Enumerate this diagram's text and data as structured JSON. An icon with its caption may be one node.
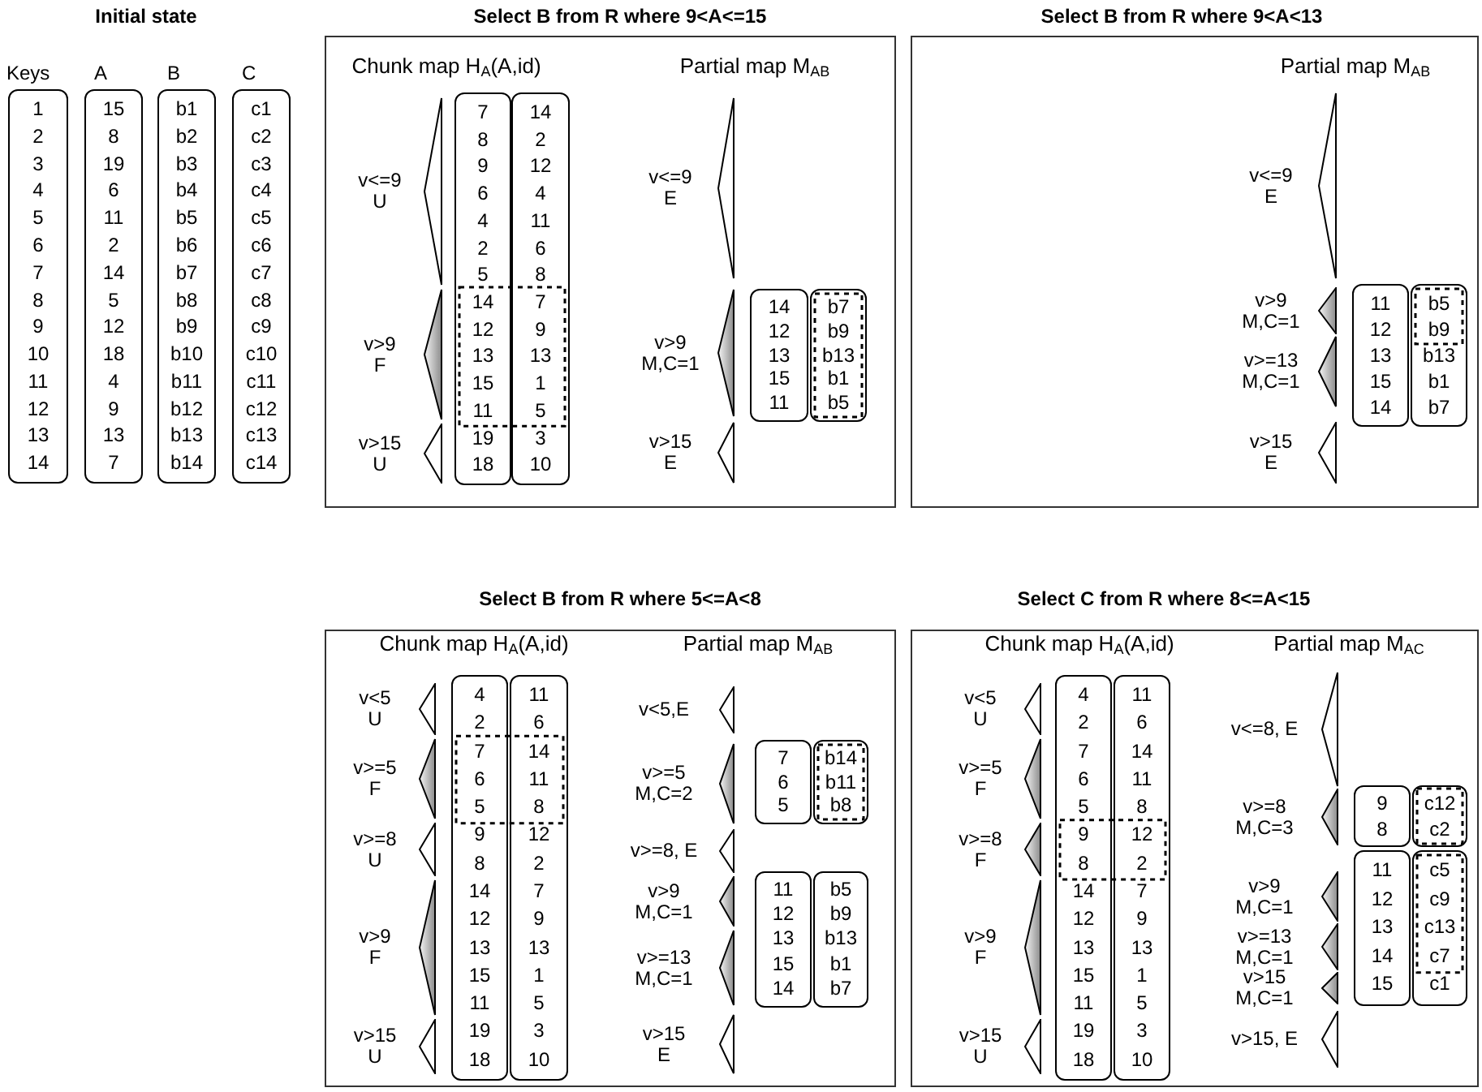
{
  "diagram": {
    "nodes": [
      {
        "text": [
          "Keys",
          "1",
          "2",
          "3",
          "4",
          "5",
          "6",
          "7",
          "8",
          "9",
          "10",
          "11",
          "12",
          "13",
          "14"
        ]
      },
      {
        "text": [
          "A",
          "15",
          "8",
          "19",
          "6",
          "11",
          "2",
          "14",
          "5",
          "12",
          "18",
          "4",
          "9",
          "13",
          "7"
        ]
      },
      {
        "text": [
          "B",
          "b1",
          "b2",
          "b3",
          "b4",
          "b5",
          "b6",
          "b7",
          "b8",
          "b9",
          "b10",
          "b11",
          "b12",
          "b13",
          "b14"
        ]
      },
      {
        "text": [
          "C",
          "c1",
          "c2",
          "c3",
          "c4",
          "c5",
          "c6",
          "c7",
          "c8",
          "c9",
          "c10",
          "c11",
          "c12",
          "c13",
          "c14"
        ]
      },
      {
        "text": [
          "Select B from R where 9<A<=15",
          "Chunk map H$_{A}$(A,id)",
          "Partial map M$_{AB}$"
        ]
      },
      {
        "text": [],
        "shape": "triangle",
        "in": 4,
        "beside": [
          "v<=9",
          "U"
        ]
      },
      {
        "text": [],
        "shape": "triangle",
        "in": 4,
        "beside": [
          "v>9",
          "F"
        ]
      },
      {
        "text": [],
        "shape": "triangle",
        "in": 4,
        "beside": [
          "v>15",
          "U"
        ]
      },
      {
        "text": [
          "7",
          "8",
          "9",
          "6",
          "4",
          "2",
          "5",
          "14",
          "12",
          "13",
          "15",
          "11",
          "19",
          "18"
        ],
        "in": 4
      },
      {
        "text": [
          "14",
          "2",
          "12",
          "4",
          "11",
          "6",
          "8",
          "7",
          "9",
          "13",
          "1",
          "5",
          "3",
          "10"
        ],
        "in": 4
      },
      {
        "text": [],
        "shape": "triangle",
        "in": 4,
        "beside": [
          "v<=9",
          "E"
        ]
      },
      {
        "text": [],
        "shape": "triangle",
        "in": 4,
        "beside": [
          "v>9",
          "M,C=1"
        ]
      },
      {
        "text": [],
        "shape": "triangle",
        "in": 4,
        "beside": [
          "v>15",
          "E"
        ]
      },
      {
        "text": [
          "14",
          "12",
          "13",
          "15",
          "11"
        ],
        "in": 4
      },
      {
        "text": [
          "b7",
          "b9",
          "b13",
          "b1",
          "b5"
        ],
        "in": 4
      },
      {
        "text": [
          "Select B from R where 9<A<13",
          "Partial map M$_{AB}$"
        ]
      },
      {
        "text": [],
        "shape": "triangle",
        "in": 15,
        "beside": [
          "v<=9",
          "E"
        ]
      },
      {
        "text": [],
        "shape": "triangle",
        "in": 15,
        "beside": [
          "v>9",
          "M,C=1"
        ]
      },
      {
        "text": [],
        "shape": "triangle",
        "in": 15,
        "beside": [
          "v>=13",
          "M,C=1"
        ]
      },
      {
        "text": [],
        "shape": "triangle",
        "in": 15,
        "beside": [
          "v>15",
          "E"
        ]
      },
      {
        "text": [
          "11",
          "12",
          "13",
          "15",
          "14"
        ],
        "in": 15
      },
      {
        "text": [
          "b5",
          "b9",
          "b13",
          "b1",
          "b7"
        ],
        "in": 15
      },
      {
        "text": [
          "Select B from R where 5<=A<8",
          "Chunk map H$_{A}$(A,id)",
          "Partial map M$_{AB}$"
        ]
      },
      {
        "text": [],
        "shape": "triangle",
        "in": 22,
        "beside": [
          "v<5",
          "U"
        ]
      },
      {
        "text": [],
        "shape": "triangle",
        "in": 22,
        "beside": [
          "v>=5",
          "F"
        ]
      },
      {
        "text": [],
        "shape": "triangle",
        "in": 22,
        "beside": [
          "v>=8",
          "U"
        ]
      },
      {
        "text": [],
        "shape": "triangle",
        "in": 22,
        "beside": [
          "v>9",
          "F"
        ]
      },
      {
        "text": [],
        "shape": "triangle",
        "in": 22,
        "beside": [
          "v>15",
          "U"
        ]
      },
      {
        "text": [
          "4",
          "2",
          "7",
          "6",
          "5",
          "9",
          "8",
          "14",
          "12",
          "13",
          "15",
          "11",
          "19",
          "18"
        ],
        "in": 22
      },
      {
        "text": [
          "11",
          "6",
          "14",
          "11",
          "8",
          "12",
          "2",
          "7",
          "9",
          "13",
          "1",
          "5",
          "3",
          "10"
        ],
        "in": 22
      },
      {
        "text": [],
        "shape": "triangle",
        "in": 22,
        "beside": [
          "v<5,E"
        ]
      },
      {
        "text": [],
        "shape": "triangle",
        "in": 22,
        "beside": [
          "v>=5",
          "M,C=2"
        ]
      },
      {
        "text": [],
        "shape": "triangle",
        "in": 22,
        "beside": [
          "v>=8, E"
        ]
      },
      {
        "text": [],
        "shape": "triangle",
        "in": 22,
        "beside": [
          "v>9",
          "M,C=1"
        ]
      },
      {
        "text": [],
        "shape": "triangle",
        "in": 22,
        "beside": [
          "v>=13",
          "M,C=1"
        ]
      },
      {
        "text": [],
        "shape": "triangle",
        "in": 22,
        "beside": [
          "v>15",
          "E"
        ]
      },
      {
        "text": [
          "7",
          "6",
          "5"
        ],
        "in": 22
      },
      {
        "text": [
          "b14",
          "b11",
          "b8"
        ],
        "in": 22
      },
      {
        "text": [
          "11",
          "12",
          "13",
          "15",
          "14"
        ],
        "in": 22
      },
      {
        "text": [
          "b5",
          "b9",
          "b13",
          "b1",
          "b7"
        ],
        "in": 22
      },
      {
        "text": [
          "Select C from R where 8<=A<15",
          "Chunk map H$_{A}$(A,id)",
          "Partial map M$_{AC}$"
        ]
      },
      {
        "text": [],
        "shape": "triangle",
        "in": 40,
        "beside": [
          "v<5",
          "U"
        ]
      },
      {
        "text": [],
        "shape": "triangle",
        "in": 40,
        "beside": [
          "v>=5",
          "F"
        ]
      },
      {
        "text": [],
        "shape": "triangle",
        "in": 40,
        "beside": [
          "v>=8",
          "F"
        ]
      },
      {
        "text": [],
        "shape": "triangle",
        "in": 40,
        "beside": [
          "v>9",
          "F"
        ]
      },
      {
        "text": [],
        "shape": "triangle",
        "in": 40,
        "beside": [
          "v>15",
          "U"
        ]
      },
      {
        "text": [
          "4",
          "2",
          "7",
          "6",
          "5",
          "9",
          "8",
          "14",
          "12",
          "13",
          "15",
          "11",
          "19",
          "18"
        ],
        "in": 40
      },
      {
        "text": [
          "11",
          "6",
          "14",
          "11",
          "8",
          "12",
          "2",
          "7",
          "9",
          "13",
          "1",
          "5",
          "3",
          "10"
        ],
        "in": 40
      },
      {
        "text": [],
        "shape": "triangle",
        "in": 40,
        "beside": [
          "v<=8, E"
        ]
      },
      {
        "text": [],
        "shape": "triangle",
        "in": 40,
        "beside": [
          "v>=8",
          "M,C=3"
        ]
      },
      {
        "text": [],
        "shape": "triangle",
        "in": 40,
        "beside": [
          "v>9",
          "M,C=1"
        ]
      },
      {
        "text": [],
        "shape": "triangle",
        "in": 40,
        "beside": [
          "v>=13",
          "M,C=1"
        ]
      },
      {
        "text": [],
        "shape": "triangle",
        "in": 40,
        "beside": [
          "v>15",
          "M,C=1"
        ]
      },
      {
        "text": [],
        "shape": "triangle",
        "in": 40,
        "beside": [
          "v>15, E"
        ]
      },
      {
        "text": [
          "9",
          "8"
        ],
        "in": 40
      },
      {
        "text": [
          "c12",
          "c2"
        ],
        "in": 40
      },
      {
        "text": [
          "11",
          "12",
          "13",
          "14",
          "15"
        ],
        "in": 40
      },
      {
        "text": [
          "c5",
          "c9",
          "c13",
          "c7",
          "c1"
        ],
        "in": 40
      }
    ],
    "labels": [
      "Initial state"
    ]
  }
}
